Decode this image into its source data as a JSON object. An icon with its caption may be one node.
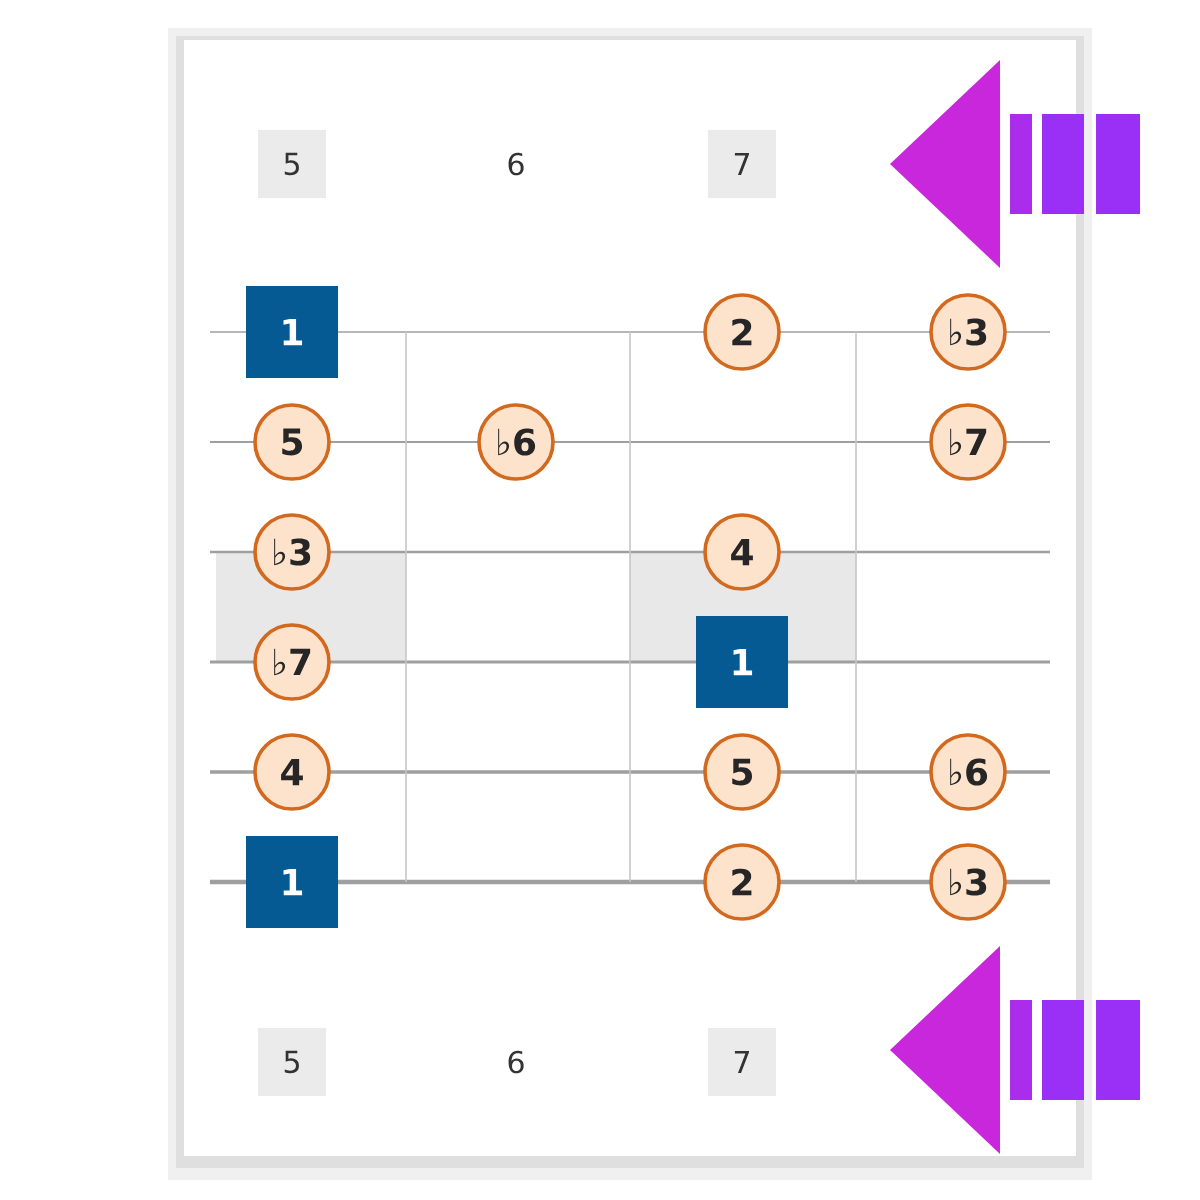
{
  "diagram": {
    "nodes": [
      {
        "text": [
          "1"
        ]
      },
      {
        "text": [
          "2"
        ]
      },
      {
        "text": [
          "♭3"
        ]
      },
      {
        "text": [
          "5"
        ]
      },
      {
        "text": [
          "♭6"
        ]
      },
      {
        "text": [
          "♭7"
        ]
      },
      {
        "text": [
          "♭3"
        ]
      },
      {
        "text": [
          "4"
        ]
      },
      {
        "text": [
          "♭7"
        ]
      },
      {
        "text": [
          "1"
        ]
      },
      {
        "text": [
          "4"
        ]
      },
      {
        "text": [
          "5"
        ]
      },
      {
        "text": [
          "♭6"
        ]
      },
      {
        "text": [
          "1"
        ]
      },
      {
        "text": [
          "2"
        ]
      },
      {
        "text": [
          "♭3"
        ]
      }
    ],
    "labels": [
      "5",
      "6",
      "7",
      "5",
      "6",
      "7"
    ]
  }
}
